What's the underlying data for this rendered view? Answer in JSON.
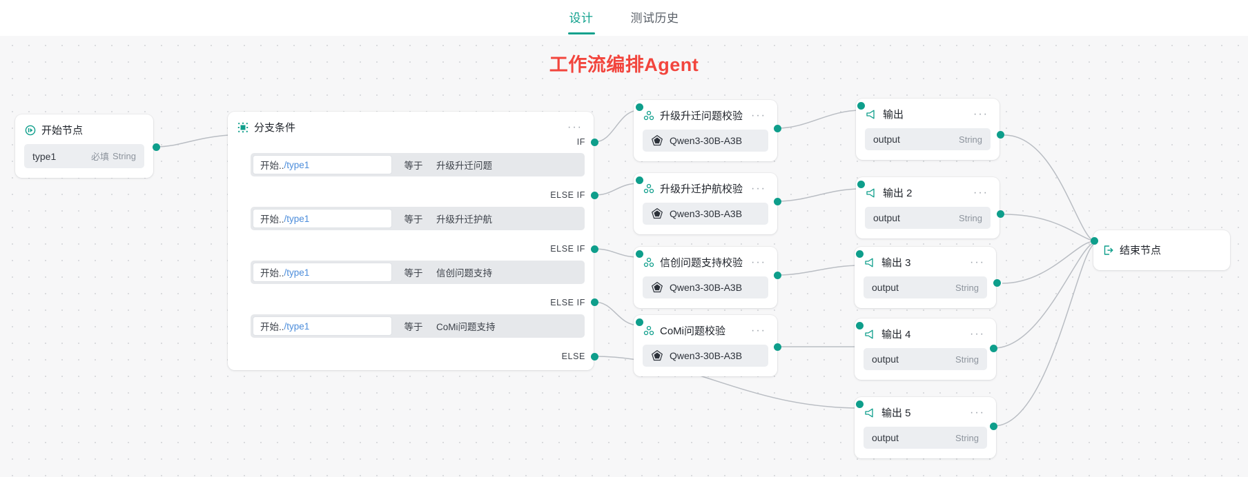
{
  "header": {
    "tabs": [
      {
        "label": "设计",
        "active": true
      },
      {
        "label": "测试历史",
        "active": false
      }
    ]
  },
  "workflow": {
    "title": "工作流编排Agent",
    "title_color": "#f2453d",
    "accent_color": "#0e9e8b"
  },
  "nodes": {
    "start": {
      "title": "开始节点",
      "icon": "play-circle-icon",
      "field": {
        "name": "type1",
        "required_label": "必填",
        "type": "String"
      }
    },
    "branch": {
      "title": "分支条件",
      "icon": "branch-condition-icon",
      "conditions": [
        {
          "branch_label": "IF",
          "variable_prefix": "开始..",
          "variable": "/type1",
          "operator": "等于",
          "value": "升级升迁问题"
        },
        {
          "branch_label": "ELSE IF",
          "variable_prefix": "开始..",
          "variable": "/type1",
          "operator": "等于",
          "value": "升级升迁护航"
        },
        {
          "branch_label": "ELSE IF",
          "variable_prefix": "开始..",
          "variable": "/type1",
          "operator": "等于",
          "value": "信创问题支持"
        },
        {
          "branch_label": "ELSE IF",
          "variable_prefix": "开始..",
          "variable": "/type1",
          "operator": "等于",
          "value": "CoMi问题支持"
        }
      ],
      "else_label": "ELSE"
    },
    "llm": [
      {
        "title": "升级升迁问题校验",
        "icon": "llm-cluster-icon",
        "menu": "···",
        "model": "Qwen3-30B-A3B",
        "model_icon": "model-pentagon-icon"
      },
      {
        "title": "升级升迁护航校验",
        "icon": "llm-cluster-icon",
        "menu": "···",
        "model": "Qwen3-30B-A3B",
        "model_icon": "model-pentagon-icon"
      },
      {
        "title": "信创问题支持校验",
        "icon": "llm-cluster-icon",
        "menu": "···",
        "model": "Qwen3-30B-A3B",
        "model_icon": "model-pentagon-icon"
      },
      {
        "title": "CoMi问题校验",
        "icon": "llm-cluster-icon",
        "menu": "···",
        "model": "Qwen3-30B-A3B",
        "model_icon": "model-pentagon-icon"
      }
    ],
    "outputs": [
      {
        "title": "输出",
        "icon": "megaphone-icon",
        "menu": "···",
        "field": {
          "name": "output",
          "type": "String"
        }
      },
      {
        "title": "输出 2",
        "icon": "megaphone-icon",
        "menu": "···",
        "field": {
          "name": "output",
          "type": "String"
        }
      },
      {
        "title": "输出 3",
        "icon": "megaphone-icon",
        "menu": "···",
        "field": {
          "name": "output",
          "type": "String"
        }
      },
      {
        "title": "输出 4",
        "icon": "megaphone-icon",
        "menu": "···",
        "field": {
          "name": "output",
          "type": "String"
        }
      },
      {
        "title": "输出 5",
        "icon": "megaphone-icon",
        "menu": "···",
        "field": {
          "name": "output",
          "type": "String"
        }
      }
    ],
    "end": {
      "title": "结束节点",
      "icon": "exit-arrow-icon"
    }
  }
}
